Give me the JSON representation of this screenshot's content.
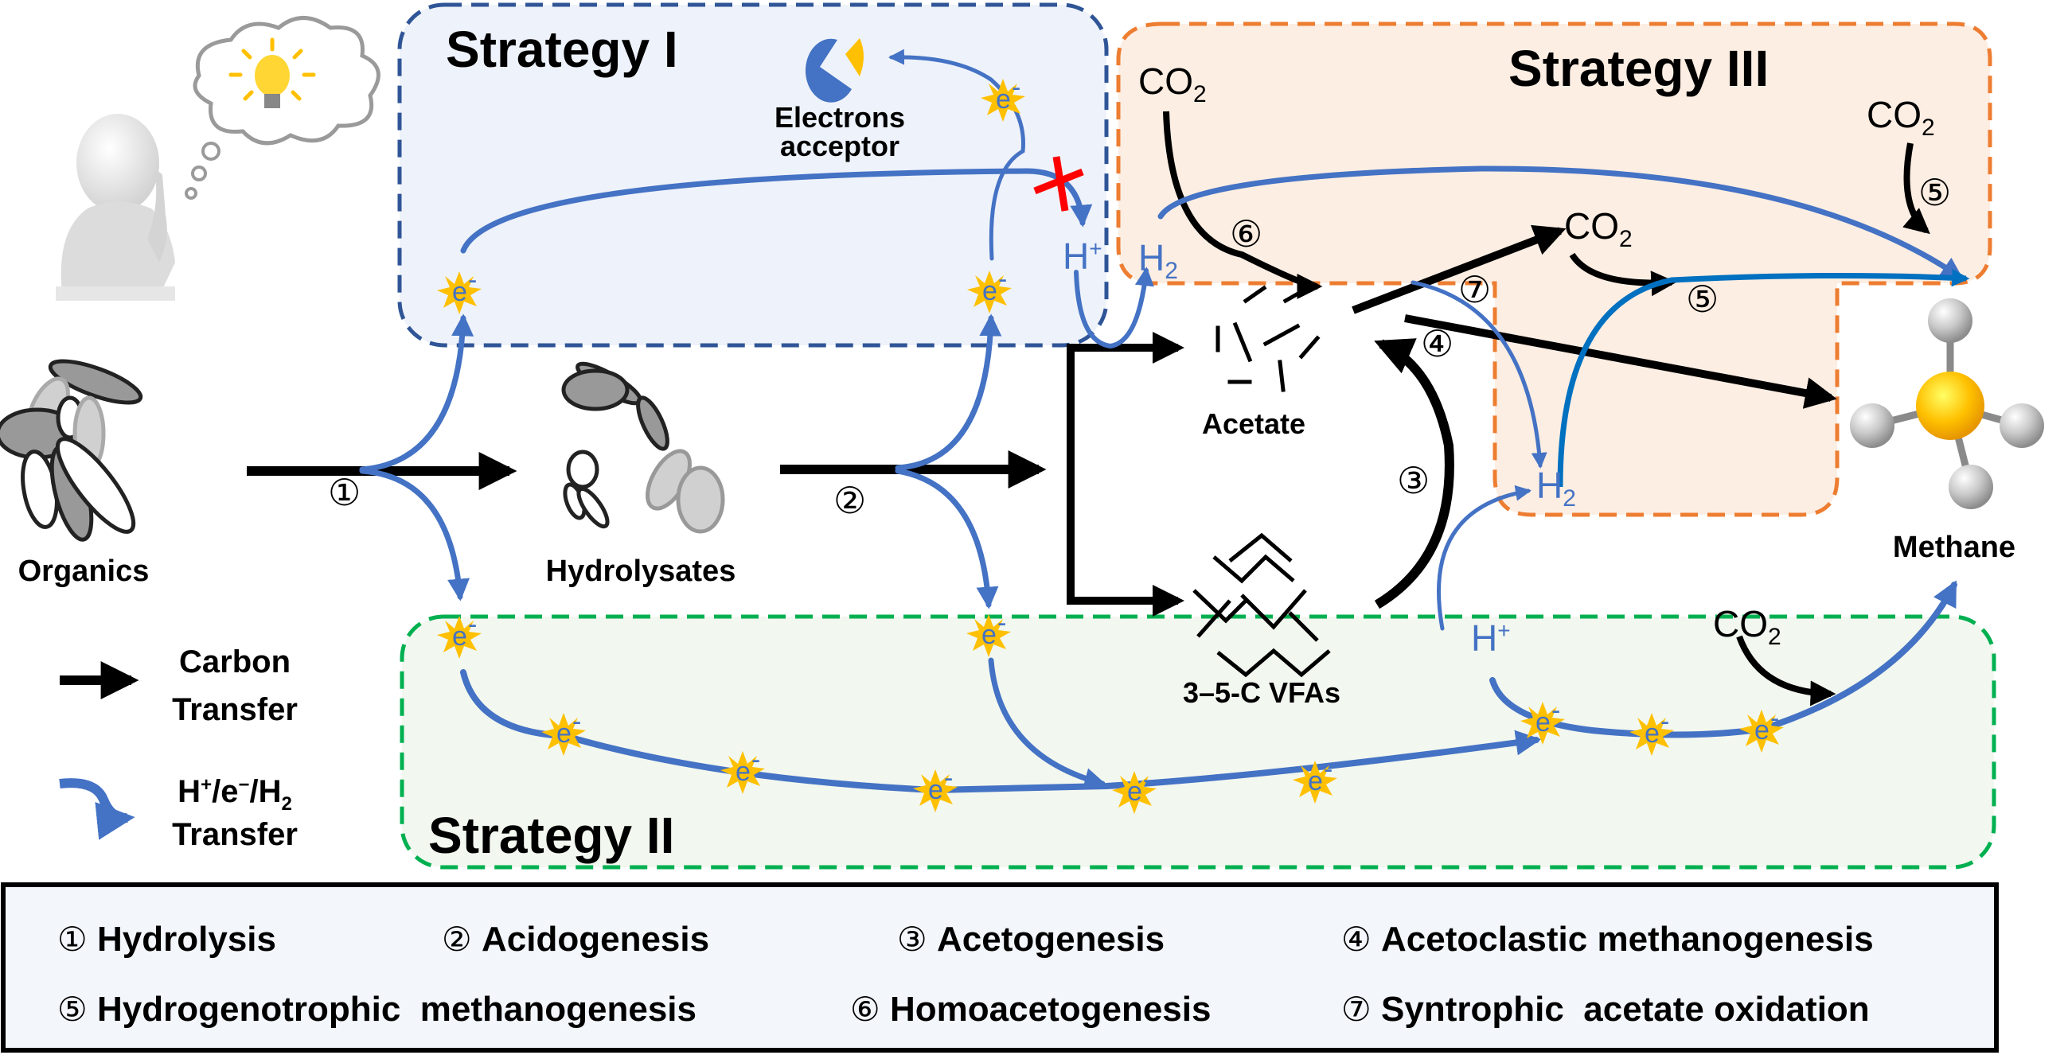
{
  "strategies": {
    "s1": {
      "title": "Strategy I",
      "border": "#2f5597",
      "fill": "#eef2fa"
    },
    "s2": {
      "title": "Strategy II",
      "border": "#00b050",
      "fill": "#f2f7ef"
    },
    "s3": {
      "title": "Strategy III",
      "border": "#ed7d31",
      "fill": "#fdeee3"
    }
  },
  "nodes": {
    "organics": "Organics",
    "hydrolysates": "Hydrolysates",
    "acetate": "Acetate",
    "vfas": "3–5-C VFAs",
    "methane": "Methane",
    "electrons_acceptor_line1": "Electrons",
    "electrons_acceptor_line2": "acceptor"
  },
  "species": {
    "co2_main": "CO",
    "co2_sub": "2",
    "h2_main": "H",
    "h2_sub": "2",
    "h_plus_main": "H",
    "h_plus_sup": "+",
    "electron": "e",
    "electron_sup": "-"
  },
  "step_markers": {
    "1": "①",
    "2": "②",
    "3": "③",
    "4": "④",
    "5": "⑤",
    "6": "⑥",
    "7": "⑦"
  },
  "key": {
    "carbon_line1": "Carbon",
    "carbon_line2": "Transfer",
    "h_line1_a": "H",
    "h_line1_b": "+",
    "h_line1_c": "/e",
    "h_line1_d": "−",
    "h_line1_e": "/H",
    "h_line1_f": "2",
    "h_line2": "Transfer"
  },
  "legend": [
    {
      "num": "①",
      "label": "Hydrolysis"
    },
    {
      "num": "②",
      "label": "Acidogenesis"
    },
    {
      "num": "③",
      "label": "Acetogenesis"
    },
    {
      "num": "④",
      "label": "Acetoclastic methanogenesis"
    },
    {
      "num": "⑤",
      "label": "Hydrogenotrophic  methanogenesis"
    },
    {
      "num": "⑥",
      "label": "Homoacetogenesis"
    },
    {
      "num": "⑦",
      "label": "Syntrophic  acetate oxidation"
    }
  ],
  "colors": {
    "h_transfer": "#4472c4",
    "carbon_transfer": "#000000",
    "blocked_mark": "#ff0000",
    "electron_burst": "#ffc000",
    "methane_carbon": "#ffc000",
    "methane_hydrogen": "#bfbfbf"
  }
}
